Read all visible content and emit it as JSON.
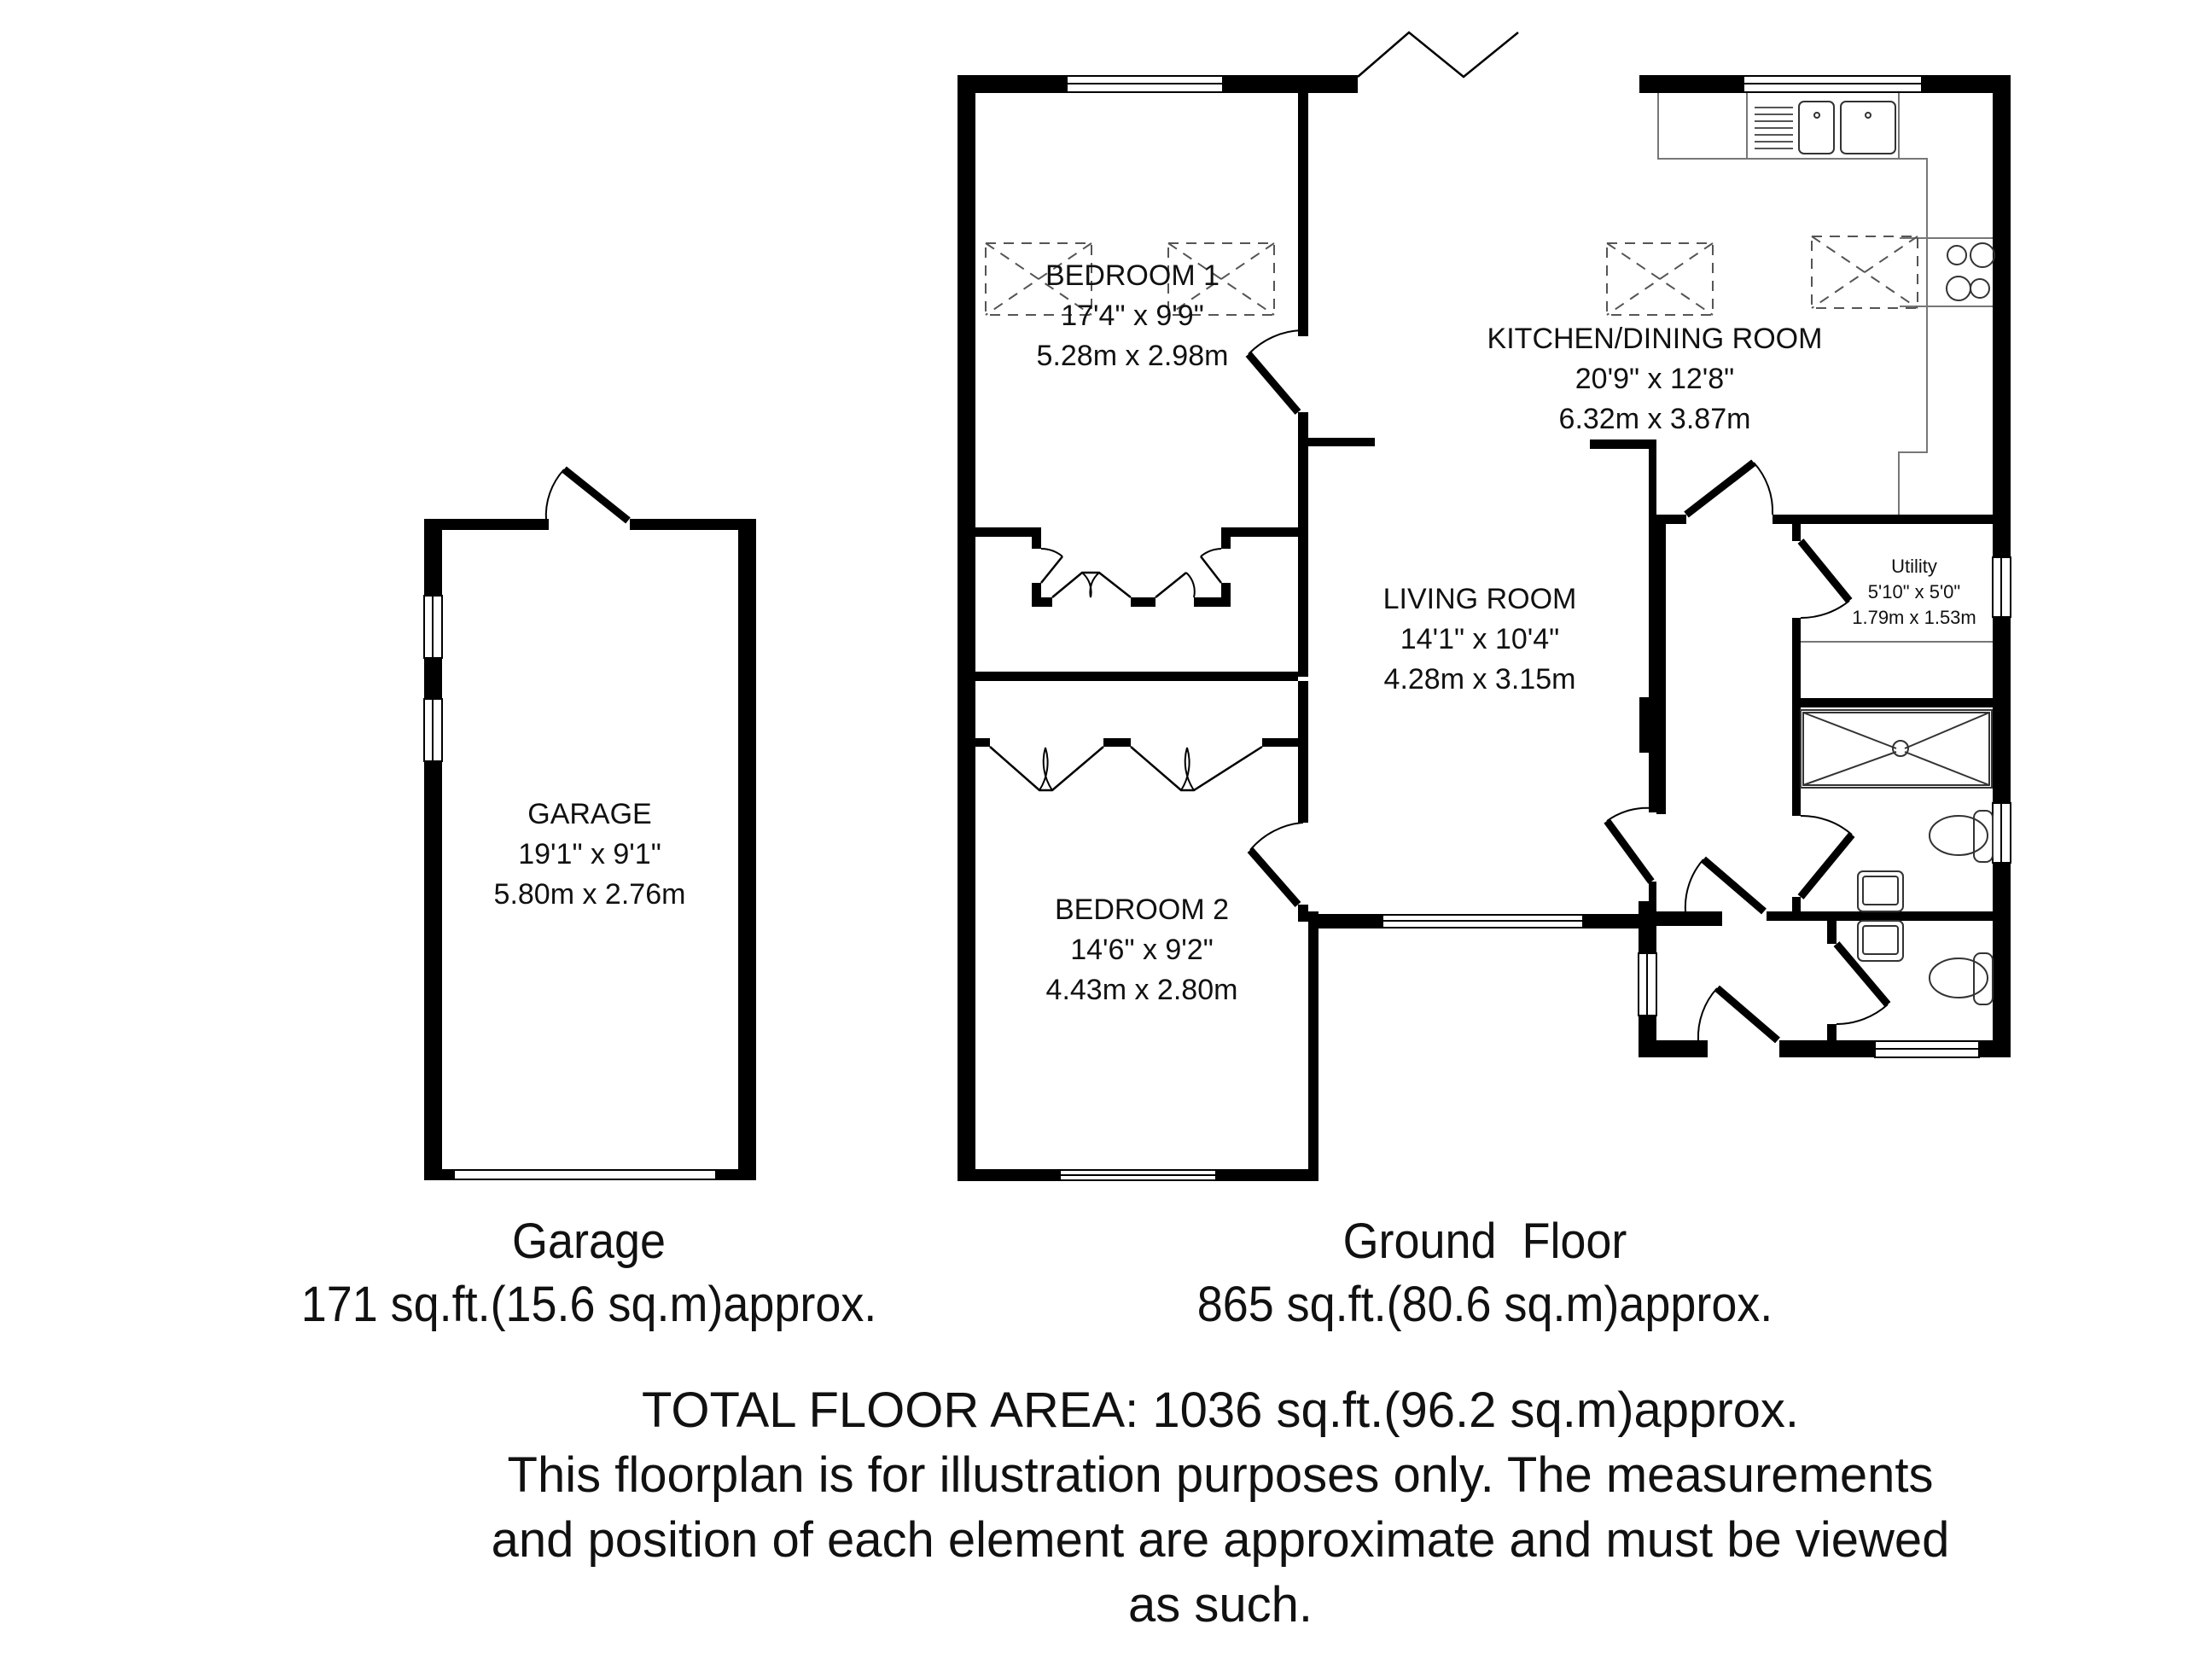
{
  "rooms": {
    "bedroom1": {
      "name": "BEDROOM 1",
      "imperial": "17'4\" x 9'9\"",
      "metric": "5.28m x 2.98m"
    },
    "kitchen": {
      "name": "KITCHEN/DINING ROOM",
      "imperial": "20'9\" x 12'8\"",
      "metric": "6.32m x 3.87m"
    },
    "living": {
      "name": "LIVING ROOM",
      "imperial": "14'1\" x 10'4\"",
      "metric": "4.28m x 3.15m"
    },
    "utility": {
      "name": "Utility",
      "imperial": "5'10\" x 5'0\"",
      "metric": "1.79m x 1.53m"
    },
    "bedroom2": {
      "name": "BEDROOM 2",
      "imperial": "14'6\" x 9'2\"",
      "metric": "4.43m x 2.80m"
    },
    "garage": {
      "name": "GARAGE",
      "imperial": "19'1\" x 9'1\"",
      "metric": "5.80m x 2.76m"
    }
  },
  "floors": [
    {
      "title": "Garage",
      "area": "171 sq.ft.(15.6 sq.m)approx."
    },
    {
      "title": "Ground  Floor",
      "area": "865 sq.ft.(80.6 sq.m)approx."
    }
  ],
  "total": {
    "headline": "TOTAL FLOOR AREA: 1036 sq.ft.(96.2 sq.m)approx.",
    "disclaimer_lines": [
      "This floorplan is for illustration purposes only. The measurements",
      "and position of each element are approximate and must be viewed",
      "as such."
    ]
  },
  "fixtures": [
    "sink-icon",
    "hob-icon",
    "shower-tray-icon",
    "toilet-icon",
    "basin-icon",
    "skylight-icon"
  ]
}
